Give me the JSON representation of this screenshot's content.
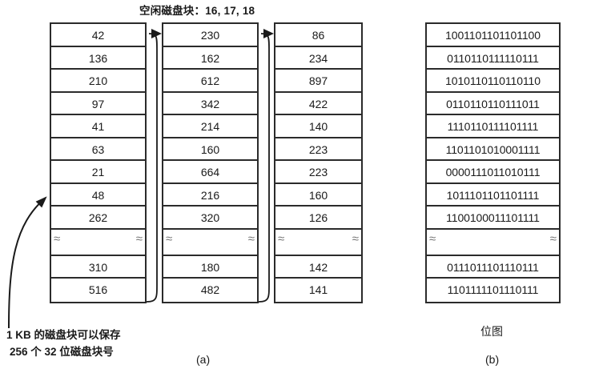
{
  "figure": {
    "title": "空闲磁盘块：16, 17, 18",
    "caption_a": "(a)",
    "caption_b": "(b)",
    "bitmap_label": "位图",
    "note_line1": "1 KB 的磁盘块可以保存",
    "note_line2": "256 个 32 位磁盘块号",
    "colors": {
      "line": "#2b2b2b",
      "text": "#1a1a1a",
      "background": "#ffffff",
      "squiggle": "#777777"
    }
  },
  "free_list": {
    "blocks": [
      {
        "name": "block-1",
        "top_entries": [
          "42",
          "136",
          "210",
          "97",
          "41",
          "63",
          "21",
          "48",
          "262"
        ],
        "bottom_entries": [
          "310",
          "516"
        ]
      },
      {
        "name": "block-2",
        "top_entries": [
          "230",
          "162",
          "612",
          "342",
          "214",
          "160",
          "664",
          "216",
          "320"
        ],
        "bottom_entries": [
          "180",
          "482"
        ]
      },
      {
        "name": "block-3",
        "top_entries": [
          "86",
          "234",
          "897",
          "422",
          "140",
          "223",
          "223",
          "160",
          "126"
        ],
        "bottom_entries": [
          "142",
          "141"
        ]
      }
    ]
  },
  "bitmap": {
    "top_entries": [
      "1001101101101100",
      "0110110111110111",
      "1010110110110110",
      "0110110110111011",
      "1110110111101111",
      "1101101010001111",
      "0000111011010111",
      "1011101101101111",
      "1100100011101111"
    ],
    "bottom_entries": [
      "0111011101110111",
      "1101111101110111"
    ]
  },
  "squiggle": "≈"
}
